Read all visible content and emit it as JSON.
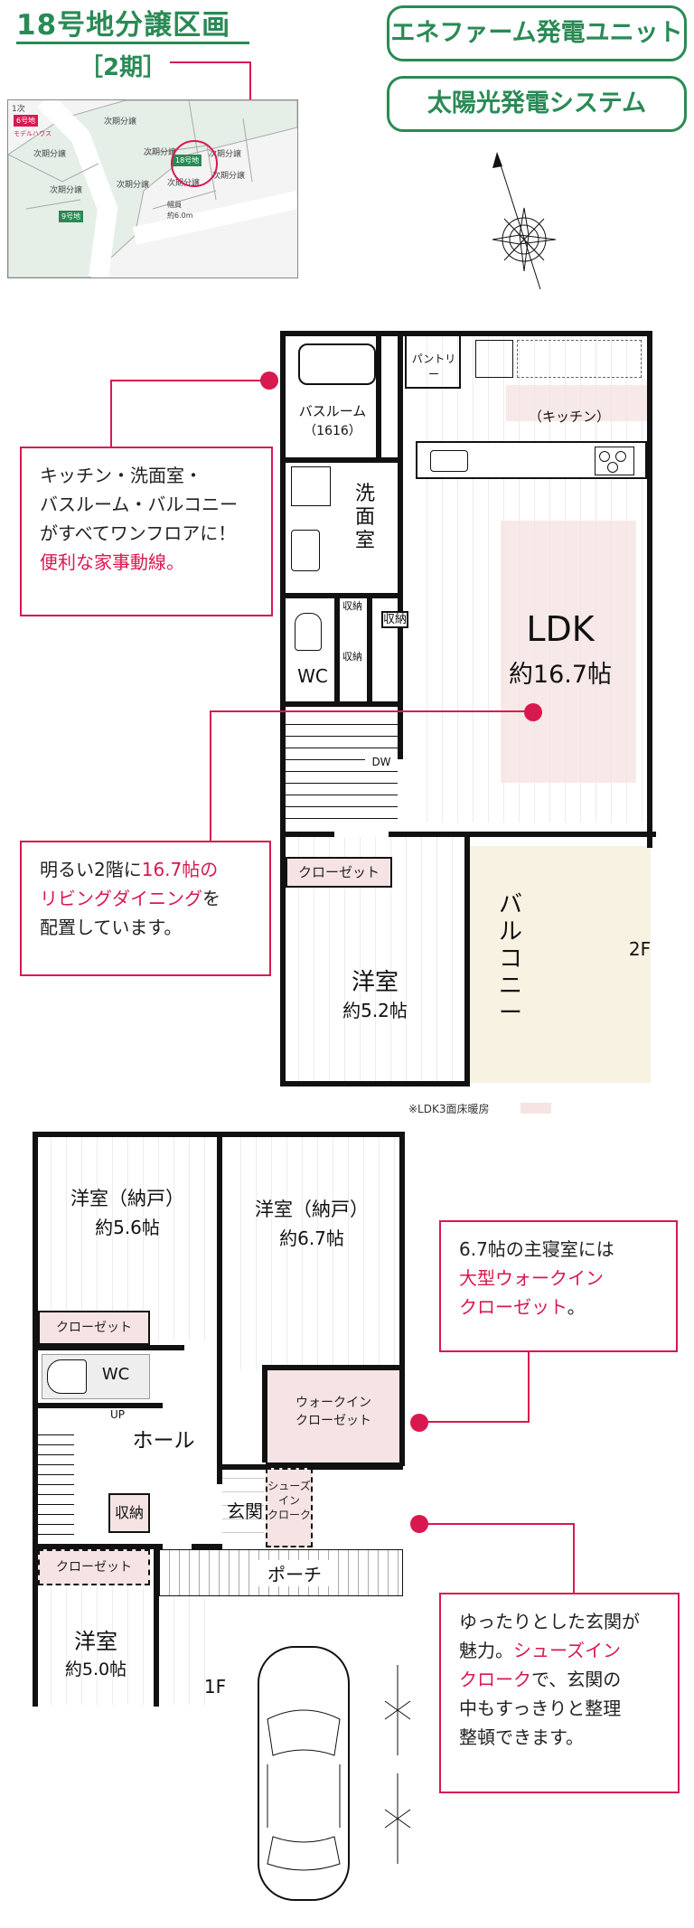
{
  "header": {
    "title": "18号地分譲区画",
    "phase": "［2期］",
    "feature_1": "エネファーム発電ユニット",
    "feature_2": "太陽光発電システム"
  },
  "site_map": {
    "labels": [
      "1次",
      "6号地",
      "モデルハウス",
      "次期分譲",
      "次期分譲",
      "次期分譲",
      "次期分譲",
      "次期分譲",
      "次期分譲",
      "次期分譲",
      "18号地",
      "次期分譲",
      "9号地",
      "幅員",
      "約6.0m"
    ]
  },
  "floor2": {
    "pantry": "パントリー",
    "kitchen": "（キッチン）",
    "bath": "バスルーム",
    "bath_size": "（1616）",
    "wash": "洗面室",
    "storage_a": "収納",
    "storage_b": "収納",
    "storage_c": "収納",
    "wc": "WC",
    "dw": "DW",
    "ldk": "LDK",
    "ldk_size": "約16.7帖",
    "closet": "クローゼット",
    "western": "洋室",
    "western_size": "約5.2帖",
    "balcony": "バルコニー",
    "floor_label": "2F",
    "note": "※LDK3面床暖房"
  },
  "floor1": {
    "room_a": "洋室（納戸）",
    "room_a_size": "約5.6帖",
    "room_b": "洋室（納戸）",
    "room_b_size": "約6.7帖",
    "closet_a": "クローゼット",
    "wc": "WC",
    "walkin_1": "ウォークイン",
    "walkin_2": "クローゼット",
    "up": "UP",
    "hall": "ホール",
    "genkan": "玄関",
    "shoes_1": "シューズ",
    "shoes_2": "イン",
    "shoes_3": "クローク",
    "storage": "収納",
    "closet_b": "クローゼット",
    "porch": "ポーチ",
    "room_c": "洋室",
    "room_c_size": "約5.0帖",
    "floor_label": "1F"
  },
  "callouts": {
    "c1": [
      "キッチン・洗面室・",
      "バスルーム・バルコニー",
      "がすべてワンフロアに！"
    ],
    "c1_pink": "便利な家事動線。",
    "c2_a": "明るい2階に",
    "c2_pink_1": "16.7帖の",
    "c2_pink_2": "リビングダイニング",
    "c2_b": "を",
    "c2_c": "配置しています。",
    "c3_a": "6.7帖の主寝室には",
    "c3_pink_1": "大型ウォークイン",
    "c3_pink_2": "クローゼット",
    "c3_b": "。",
    "c4_a": "ゆったりとした玄関が",
    "c4_b": "魅力。",
    "c4_pink": "シューズイン",
    "c4_pink_2": "クローク",
    "c4_c": "で、玄関の",
    "c4_d": "中もすっきりと整理",
    "c4_e": "整頓できます。"
  },
  "colors": {
    "accent_green": "#2a8a55",
    "accent_pink": "#d8194f",
    "closet_fill": "#f6e4e4",
    "balcony_fill": "#f7f2e1"
  },
  "icons": [
    "compass-icon",
    "car-icon",
    "toilet-icon",
    "bathtub-icon",
    "sink-icon",
    "stove-icon",
    "tree-icon"
  ]
}
